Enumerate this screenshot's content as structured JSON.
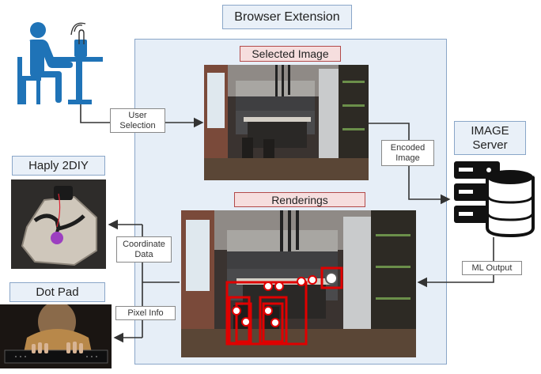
{
  "title": "Browser Extension",
  "selected_image_label": "Selected Image",
  "renderings_label": "Renderings",
  "server": {
    "line1": "IMAGE",
    "line2": "Server"
  },
  "haply_label": "Haply 2DIY",
  "dotpad_label": "Dot Pad",
  "edges": {
    "user_selection_1": "User",
    "user_selection_2": "Selection",
    "encoded_1": "Encoded",
    "encoded_2": "Image",
    "ml_output": "ML Output",
    "coordinate_1": "Coordinate",
    "coordinate_2": "Data",
    "pixel_info": "Pixel Info"
  },
  "colors": {
    "extension_bg": "#e6eef7",
    "extension_border": "#8aa6c8",
    "user_icon": "#1f73b7",
    "detection": "#e00000"
  }
}
